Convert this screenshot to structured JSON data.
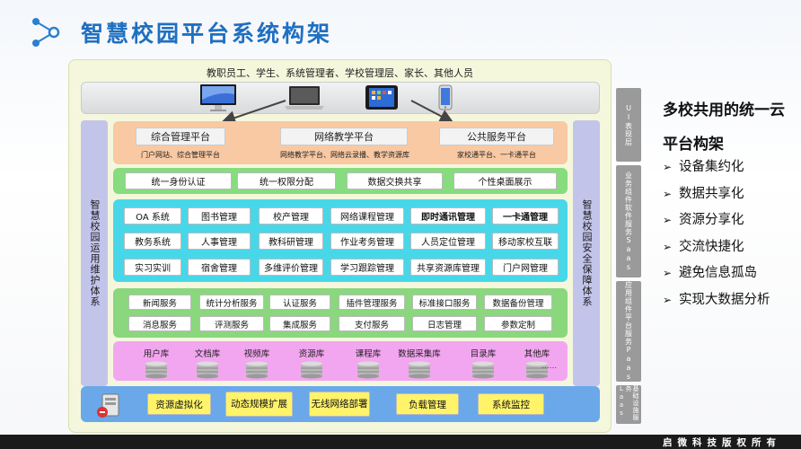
{
  "title": "智慧校园平台系统构架",
  "users": "教职员工、学生、系统管理者、学校管理层、家长、其他人员",
  "devices": [
    "desktop-monitor-icon",
    "laptop-icon",
    "tablet-icon",
    "smartphone-icon"
  ],
  "left_column": "智慧校园运用维护体系",
  "right_column": "智慧校园安全保障体系",
  "platforms": [
    {
      "title": "综合管理平台",
      "sub": "门户网站、综合管理平台"
    },
    {
      "title": "网络教学平台",
      "sub": "网络教学平台、网络云录播、教学资源库"
    },
    {
      "title": "公共服务平台",
      "sub": "家校通平台、一卡通平台"
    }
  ],
  "common_services": [
    "统一身份认证",
    "统一权限分配",
    "数据交换共享",
    "个性桌面展示"
  ],
  "applications": [
    [
      "OA 系统",
      "图书管理",
      "校产管理",
      "网络课程管理",
      "即时通讯管理",
      "一卡通管理"
    ],
    [
      "教务系统",
      "人事管理",
      "教科研管理",
      "作业考务管理",
      "人员定位管理",
      "移动家校互联"
    ],
    [
      "实习实训",
      "宿舍管理",
      "多维评价管理",
      "学习跟踪管理",
      "共享资源库管理",
      "门户网管理"
    ]
  ],
  "components": [
    [
      "新闻服务",
      "统计分析服务",
      "认证服务",
      "插件管理服务",
      "标准接口服务",
      "数据备份管理"
    ],
    [
      "消息服务",
      "评测服务",
      "集成服务",
      "支付服务",
      "日志管理",
      "参数定制"
    ]
  ],
  "databases": [
    "用户库",
    "文档库",
    "视频库",
    "资源库",
    "课程库",
    "数据采集库",
    "目录库",
    "其他库"
  ],
  "databases_more": "......",
  "infrastructure": [
    "资源虚拟化",
    "动态规模扩展",
    "无线网络部署",
    "负载管理",
    "系统监控"
  ],
  "right_strips": [
    {
      "label": "UI表现层"
    },
    {
      "label": "业务组件软件服务Saas"
    },
    {
      "label": "应用组件平台服务Paas"
    },
    {
      "label": "基础设施服务Laas"
    }
  ],
  "panel": {
    "title": "多校共用的统一云平台构架",
    "bullets": [
      "设备集约化",
      "数据共享化",
      "资源分享化",
      "交流快捷化",
      "避免信息孤岛",
      "实现大数据分析"
    ]
  },
  "footer": "启微科技版权所有",
  "colors": {
    "title": "#1f6fc1",
    "platform_layer": "#f8c9a3",
    "service_layer": "#86dc7e",
    "app_layer": "#48d7e9",
    "component_layer": "#8ad77e",
    "db_layer": "#f3a6f0",
    "infra_layer": "#6aa8ea",
    "side_column": "#c3c4ea",
    "infra_box": "#fff36a"
  }
}
